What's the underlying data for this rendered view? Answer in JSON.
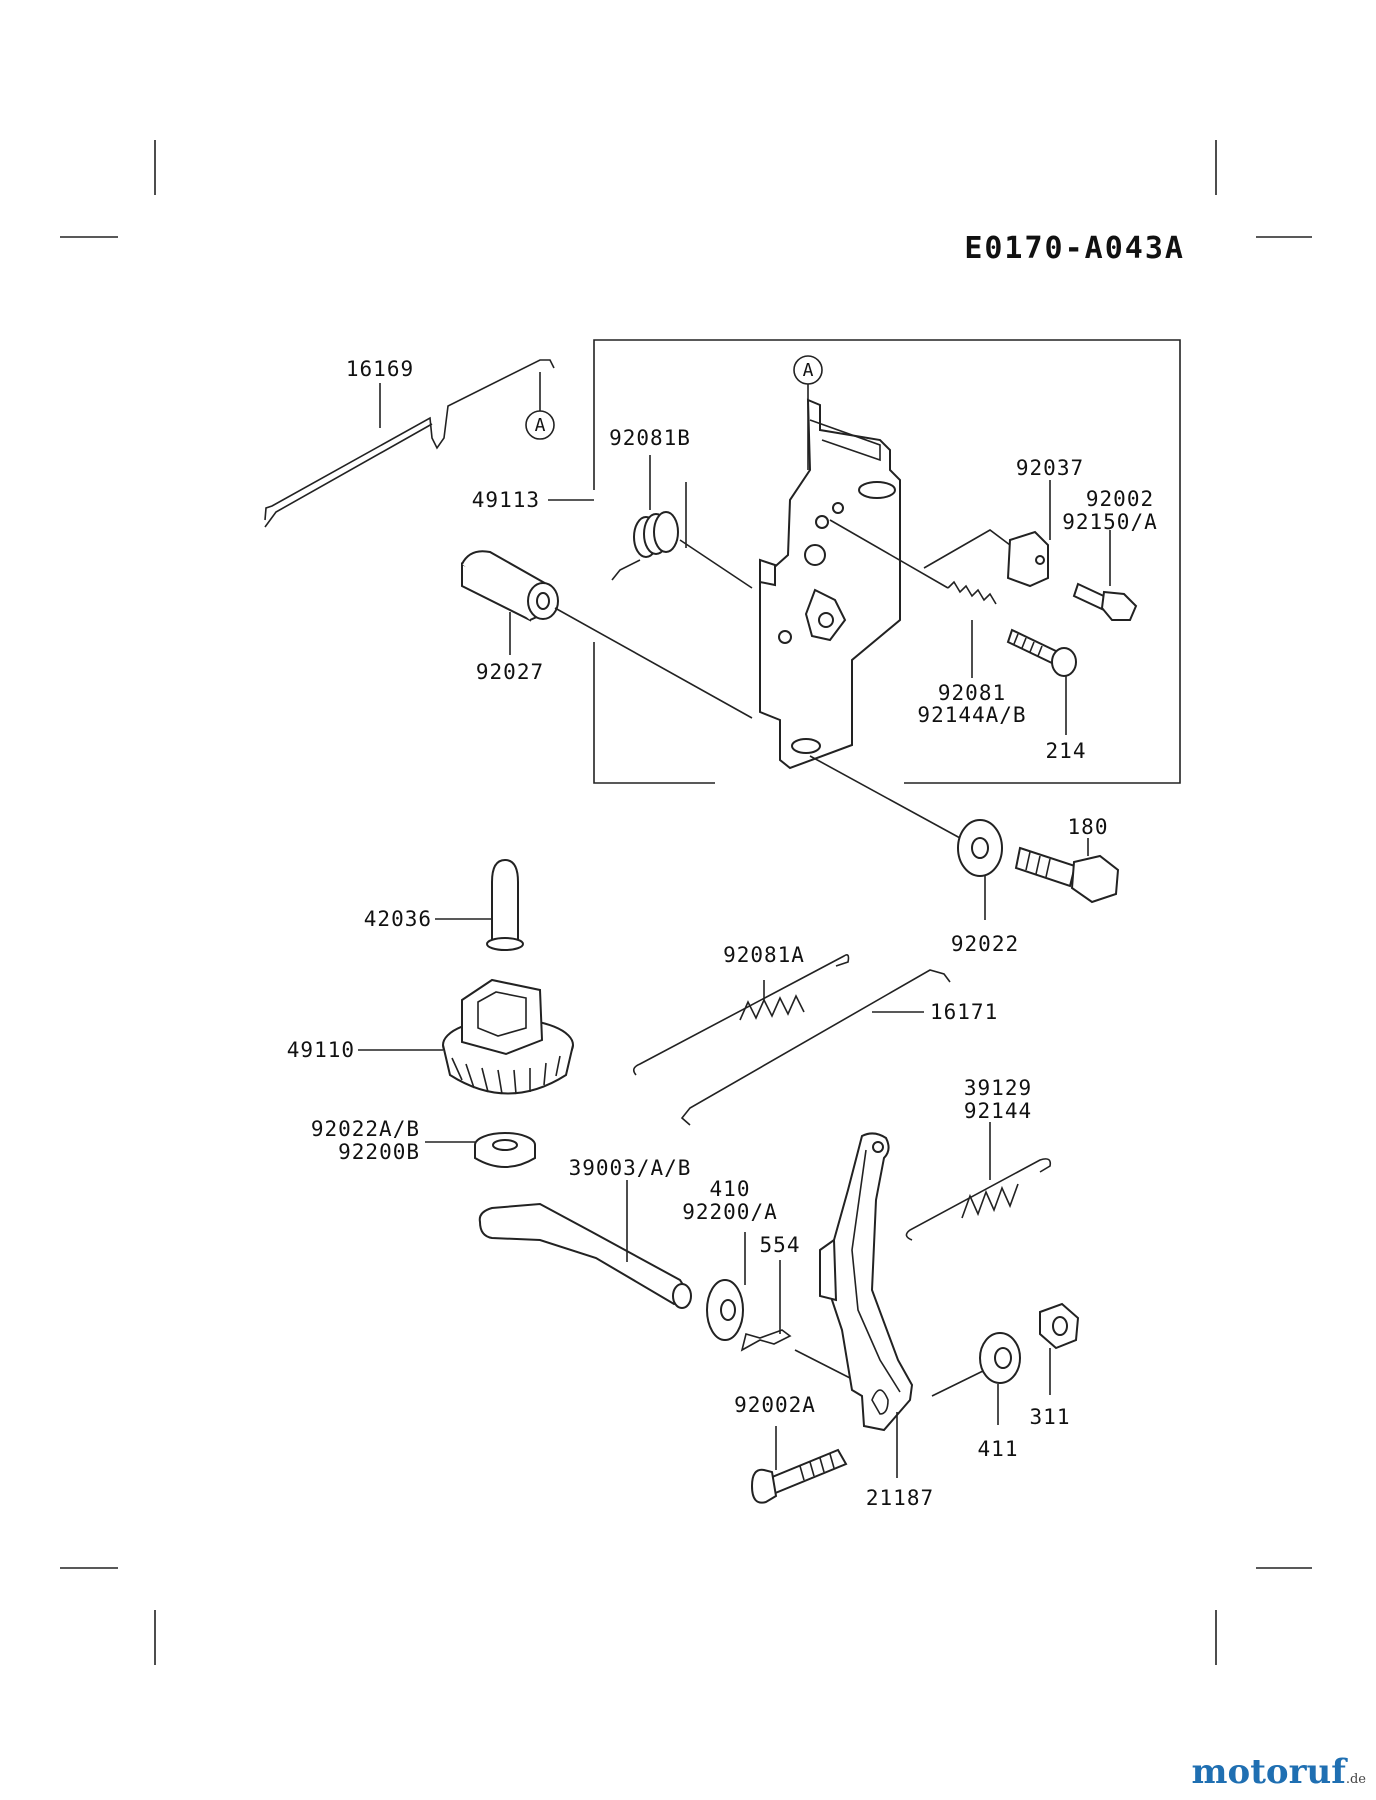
{
  "diagram_code": "E0170-A043A",
  "callout_marker": "A",
  "labels": {
    "p16169": "16169",
    "p49113": "49113",
    "p92081b": "92081B",
    "p92027": "92027",
    "p92037": "92037",
    "p92002": "92002",
    "p92150a": "92150/A",
    "p92081": "92081",
    "p92144ab": "92144A/B",
    "p214": "214",
    "p180": "180",
    "p42036": "42036",
    "p92081a": "92081A",
    "p92022": "92022",
    "p16171": "16171",
    "p49110": "49110",
    "p39129": "39129",
    "p92144": "92144",
    "p92022ab": "92022A/B",
    "p92200b": "92200B",
    "p39003ab": "39003/A/B",
    "p410": "410",
    "p92200a": "92200/A",
    "p554": "554",
    "p92002a": "92002A",
    "p411": "411",
    "p311": "311",
    "p21187": "21187"
  },
  "watermark": {
    "brand": "motoruf",
    "suffix": ".de"
  }
}
